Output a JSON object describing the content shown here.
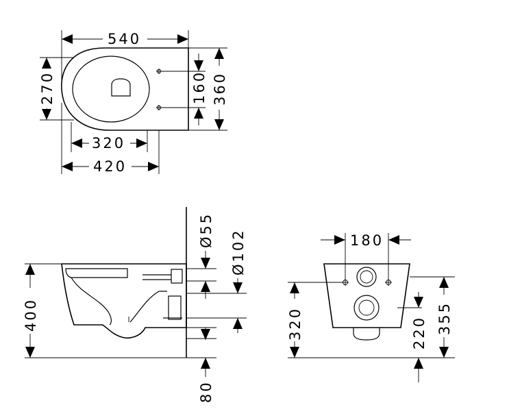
{
  "top_view": {
    "width_label": "540",
    "height_label": "270",
    "depth_label": "360",
    "fixing_label": "160",
    "inner_width_label": "320",
    "outer_width_label": "420"
  },
  "side_view": {
    "drain_label": "Ø55",
    "inlet_label": "Ø102",
    "height_label": "400",
    "floor_label": "80"
  },
  "rear_view": {
    "width_label": "180",
    "height_label": "320",
    "outlet_label": "220",
    "total_label": "355"
  }
}
